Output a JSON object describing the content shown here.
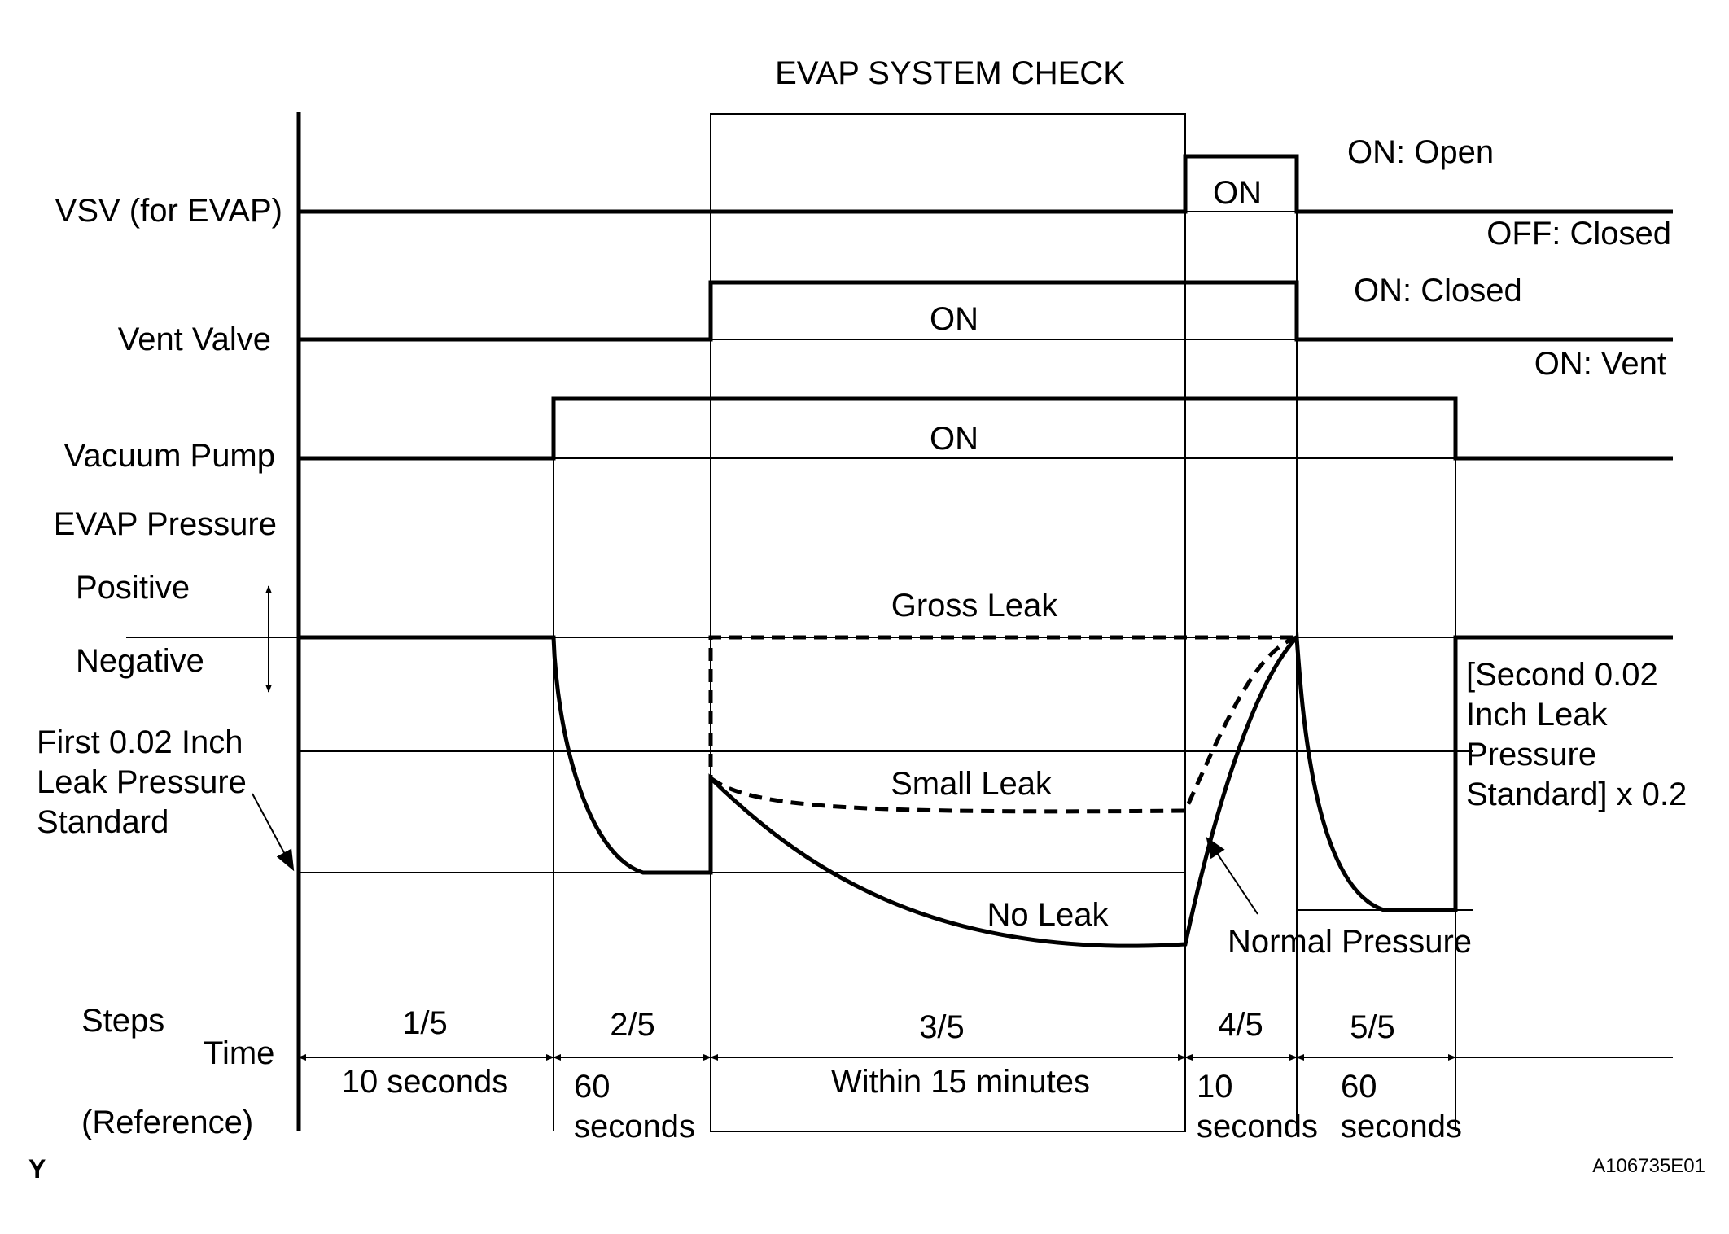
{
  "title": "EVAP SYSTEM CHECK",
  "signals": {
    "vsv": {
      "label": "VSV (for EVAP)",
      "on_label": "ON",
      "note_on": "ON: Open",
      "note_off": "OFF: Closed"
    },
    "vent": {
      "label": "Vent Valve",
      "on_label": "ON",
      "note_on": "ON: Closed",
      "note_off": "ON: Vent"
    },
    "pump": {
      "label": "Vacuum Pump",
      "on_label": "ON"
    },
    "pressure": {
      "label": "EVAP Pressure",
      "positive": "Positive",
      "negative": "Negative",
      "gross_leak": "Gross Leak",
      "small_leak": "Small Leak",
      "no_leak": "No Leak",
      "normal_pressure": "Normal Pressure",
      "first_standard": [
        "First 0.02 Inch",
        "Leak Pressure",
        "Standard"
      ],
      "second_standard": [
        "[Second 0.02",
        "Inch Leak",
        "Pressure",
        "Standard] x 0.2"
      ]
    }
  },
  "axis": {
    "steps_label": "Steps",
    "time_label": "Time",
    "reference_label": "(Reference)"
  },
  "steps": [
    {
      "step": "1/5",
      "duration": [
        "10 seconds"
      ]
    },
    {
      "step": "2/5",
      "duration": [
        "60",
        "seconds"
      ]
    },
    {
      "step": "3/5",
      "duration": [
        "Within 15 minutes"
      ]
    },
    {
      "step": "4/5",
      "duration": [
        "10",
        "seconds"
      ]
    },
    {
      "step": "5/5",
      "duration": [
        "60",
        "seconds"
      ]
    }
  ],
  "corner_left": "Y",
  "corner_right": "A106735E01"
}
